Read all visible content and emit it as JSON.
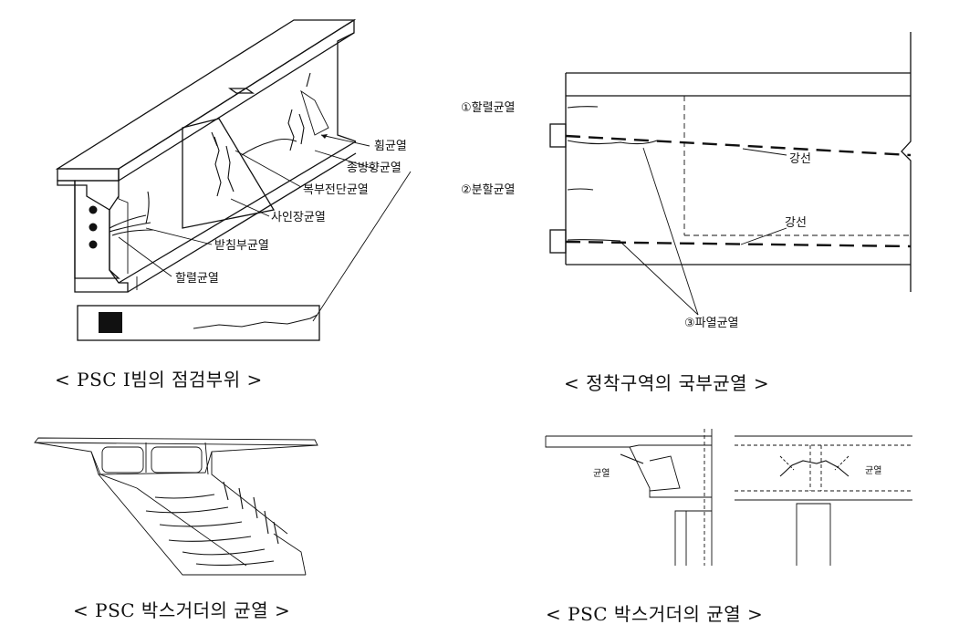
{
  "panels": {
    "i_beam": {
      "caption": "< PSC I빔의 점검부위 >",
      "labels": {
        "flexural": "휨균열",
        "longitudinal": "종방향균열",
        "web_shear": "복부전단균열",
        "diagonal_tension": "사인장균열",
        "bearing": "받침부균열",
        "splitting": "할렬균열"
      }
    },
    "anchorage": {
      "caption": "< 정착구역의 국부균열 >",
      "labels": {
        "splitting_crack": "①할렬균열",
        "bursting_crack": "②분할균열",
        "tendon_top": "강선",
        "tendon_bottom": "강선",
        "spalling_crack": "③파열균열"
      }
    },
    "box_3d": {
      "caption": "< PSC 박스거더의 균열 >"
    },
    "box_section": {
      "caption": "< PSC 박스거더의 균열 >",
      "labels": {
        "crack_left": "균열",
        "crack_right": "균열"
      }
    }
  }
}
